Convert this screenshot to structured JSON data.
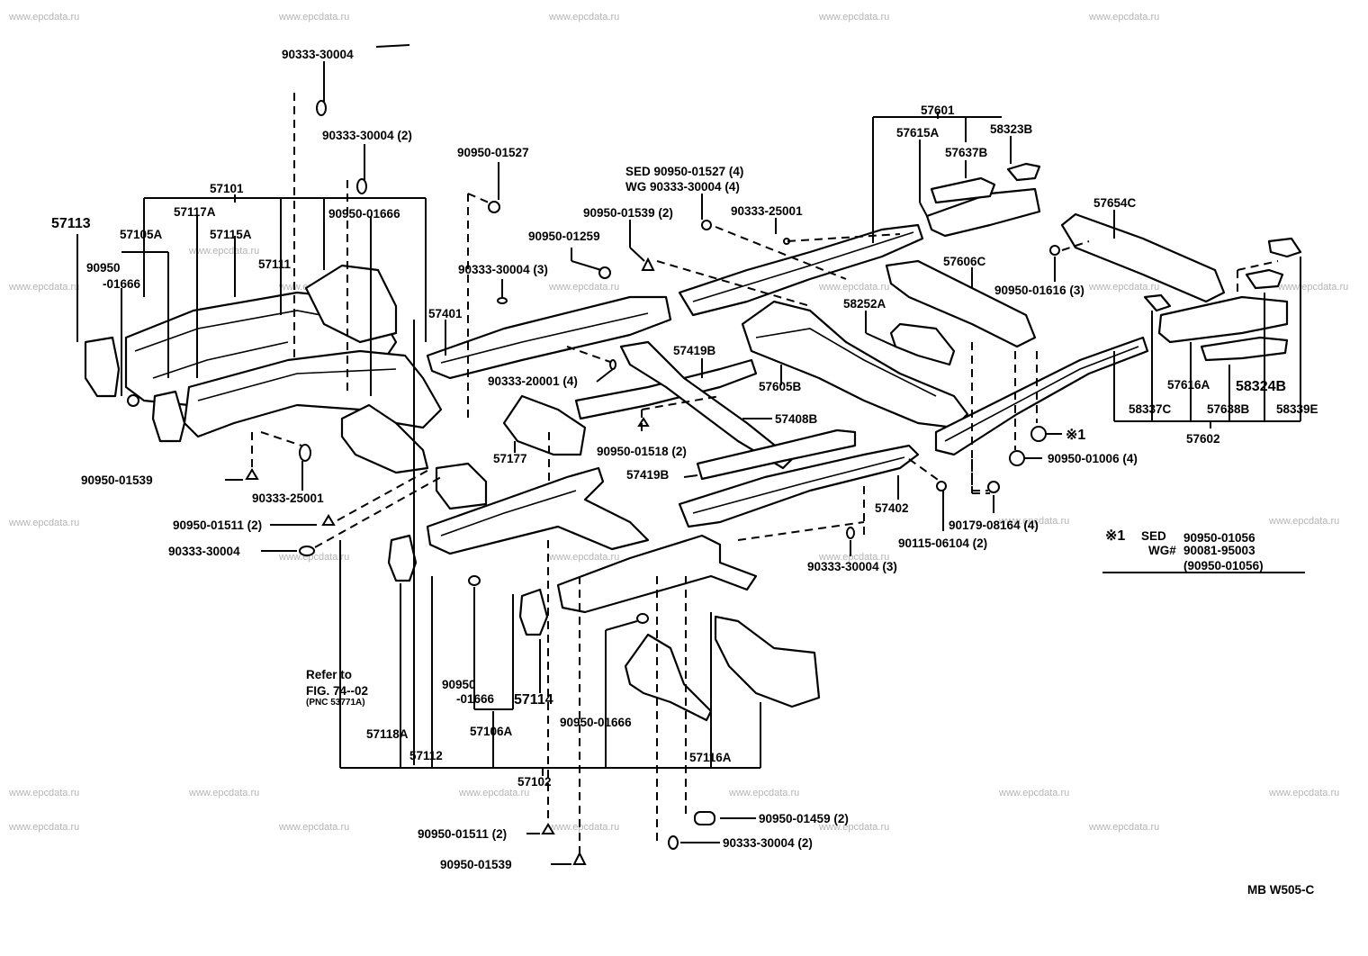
{
  "watermark": "www.epcdata.ru",
  "figure_code": "MB W505-C",
  "reference_note": {
    "line1": "Refer to",
    "line2": "FIG. 74--02",
    "line3": "(PNC 53771A)"
  },
  "footnote": {
    "marker": "※1",
    "sed_label": "SED",
    "sed_part": "90950-01056",
    "wg_label": "WG#",
    "wg_part": "90081-95003",
    "wg_alt": "(90950-01056)"
  },
  "labels": {
    "p90333_30004_top": "90333-30004",
    "p90333_30004_2_top": "90333-30004 (2)",
    "p90950_01527": "90950-01527",
    "sed_90950_01527": "SED 90950-01527 (4)",
    "wg_90333_30004": "WG 90333-30004 (4)",
    "p90950_01539_2": "90950-01539 (2)",
    "p90333_25001_top": "90333-25001",
    "p90950_01259": "90950-01259",
    "p90333_30004_3_left": "90333-30004 (3)",
    "p57601": "57601",
    "p57615A": "57615A",
    "p58323B": "58323B",
    "p57637B": "57637B",
    "p57654C": "57654C",
    "p57606C": "57606C",
    "p90950_01616": "90950-01616 (3)",
    "p58252A": "58252A",
    "p57101": "57101",
    "p57117A": "57117A",
    "p57113": "57113",
    "p57105A": "57105A",
    "p57115A": "57115A",
    "p90950_01666_top": "90950-01666",
    "p90950_a": "90950",
    "p01666_a": "-01666",
    "p57111": "57111",
    "p57401": "57401",
    "p90333_20001": "90333-20001 (4)",
    "p57419B_top": "57419B",
    "p57605B": "57605B",
    "p57408B": "57408B",
    "p90950_01518": "90950-01518 (2)",
    "p57419B_bot": "57419B",
    "p57177": "57177",
    "p57402": "57402",
    "p90179_08164": "90179-08164 (4)",
    "p90115_06104": "90115-06104 (2)",
    "p90333_30004_3_mid": "90333-30004 (3)",
    "p90950_01006": "90950-01006 (4)",
    "p_star1": "※1",
    "p57616A": "57616A",
    "p58324B": "58324B",
    "p58337C": "58337C",
    "p57638B": "57638B",
    "p58339E": "58339E",
    "p57602": "57602",
    "p90950_01539_left": "90950-01539",
    "p90333_25001_left": "90333-25001",
    "p90950_01511_left": "90950-01511 (2)",
    "p90333_30004_left": "90333-30004",
    "p90950_b": "90950",
    "p01666_b": "-01666",
    "p57114": "57114",
    "p57118A": "57118A",
    "p57106A": "57106A",
    "p90950_01666_mid": "90950-01666",
    "p57112": "57112",
    "p57116A": "57116A",
    "p57102": "57102",
    "p90950_01511_bot": "90950-01511 (2)",
    "p90950_01539_bot": "90950-01539",
    "p90950_01459": "90950-01459 (2)",
    "p90333_30004_2_bot": "90333-30004 (2)"
  }
}
